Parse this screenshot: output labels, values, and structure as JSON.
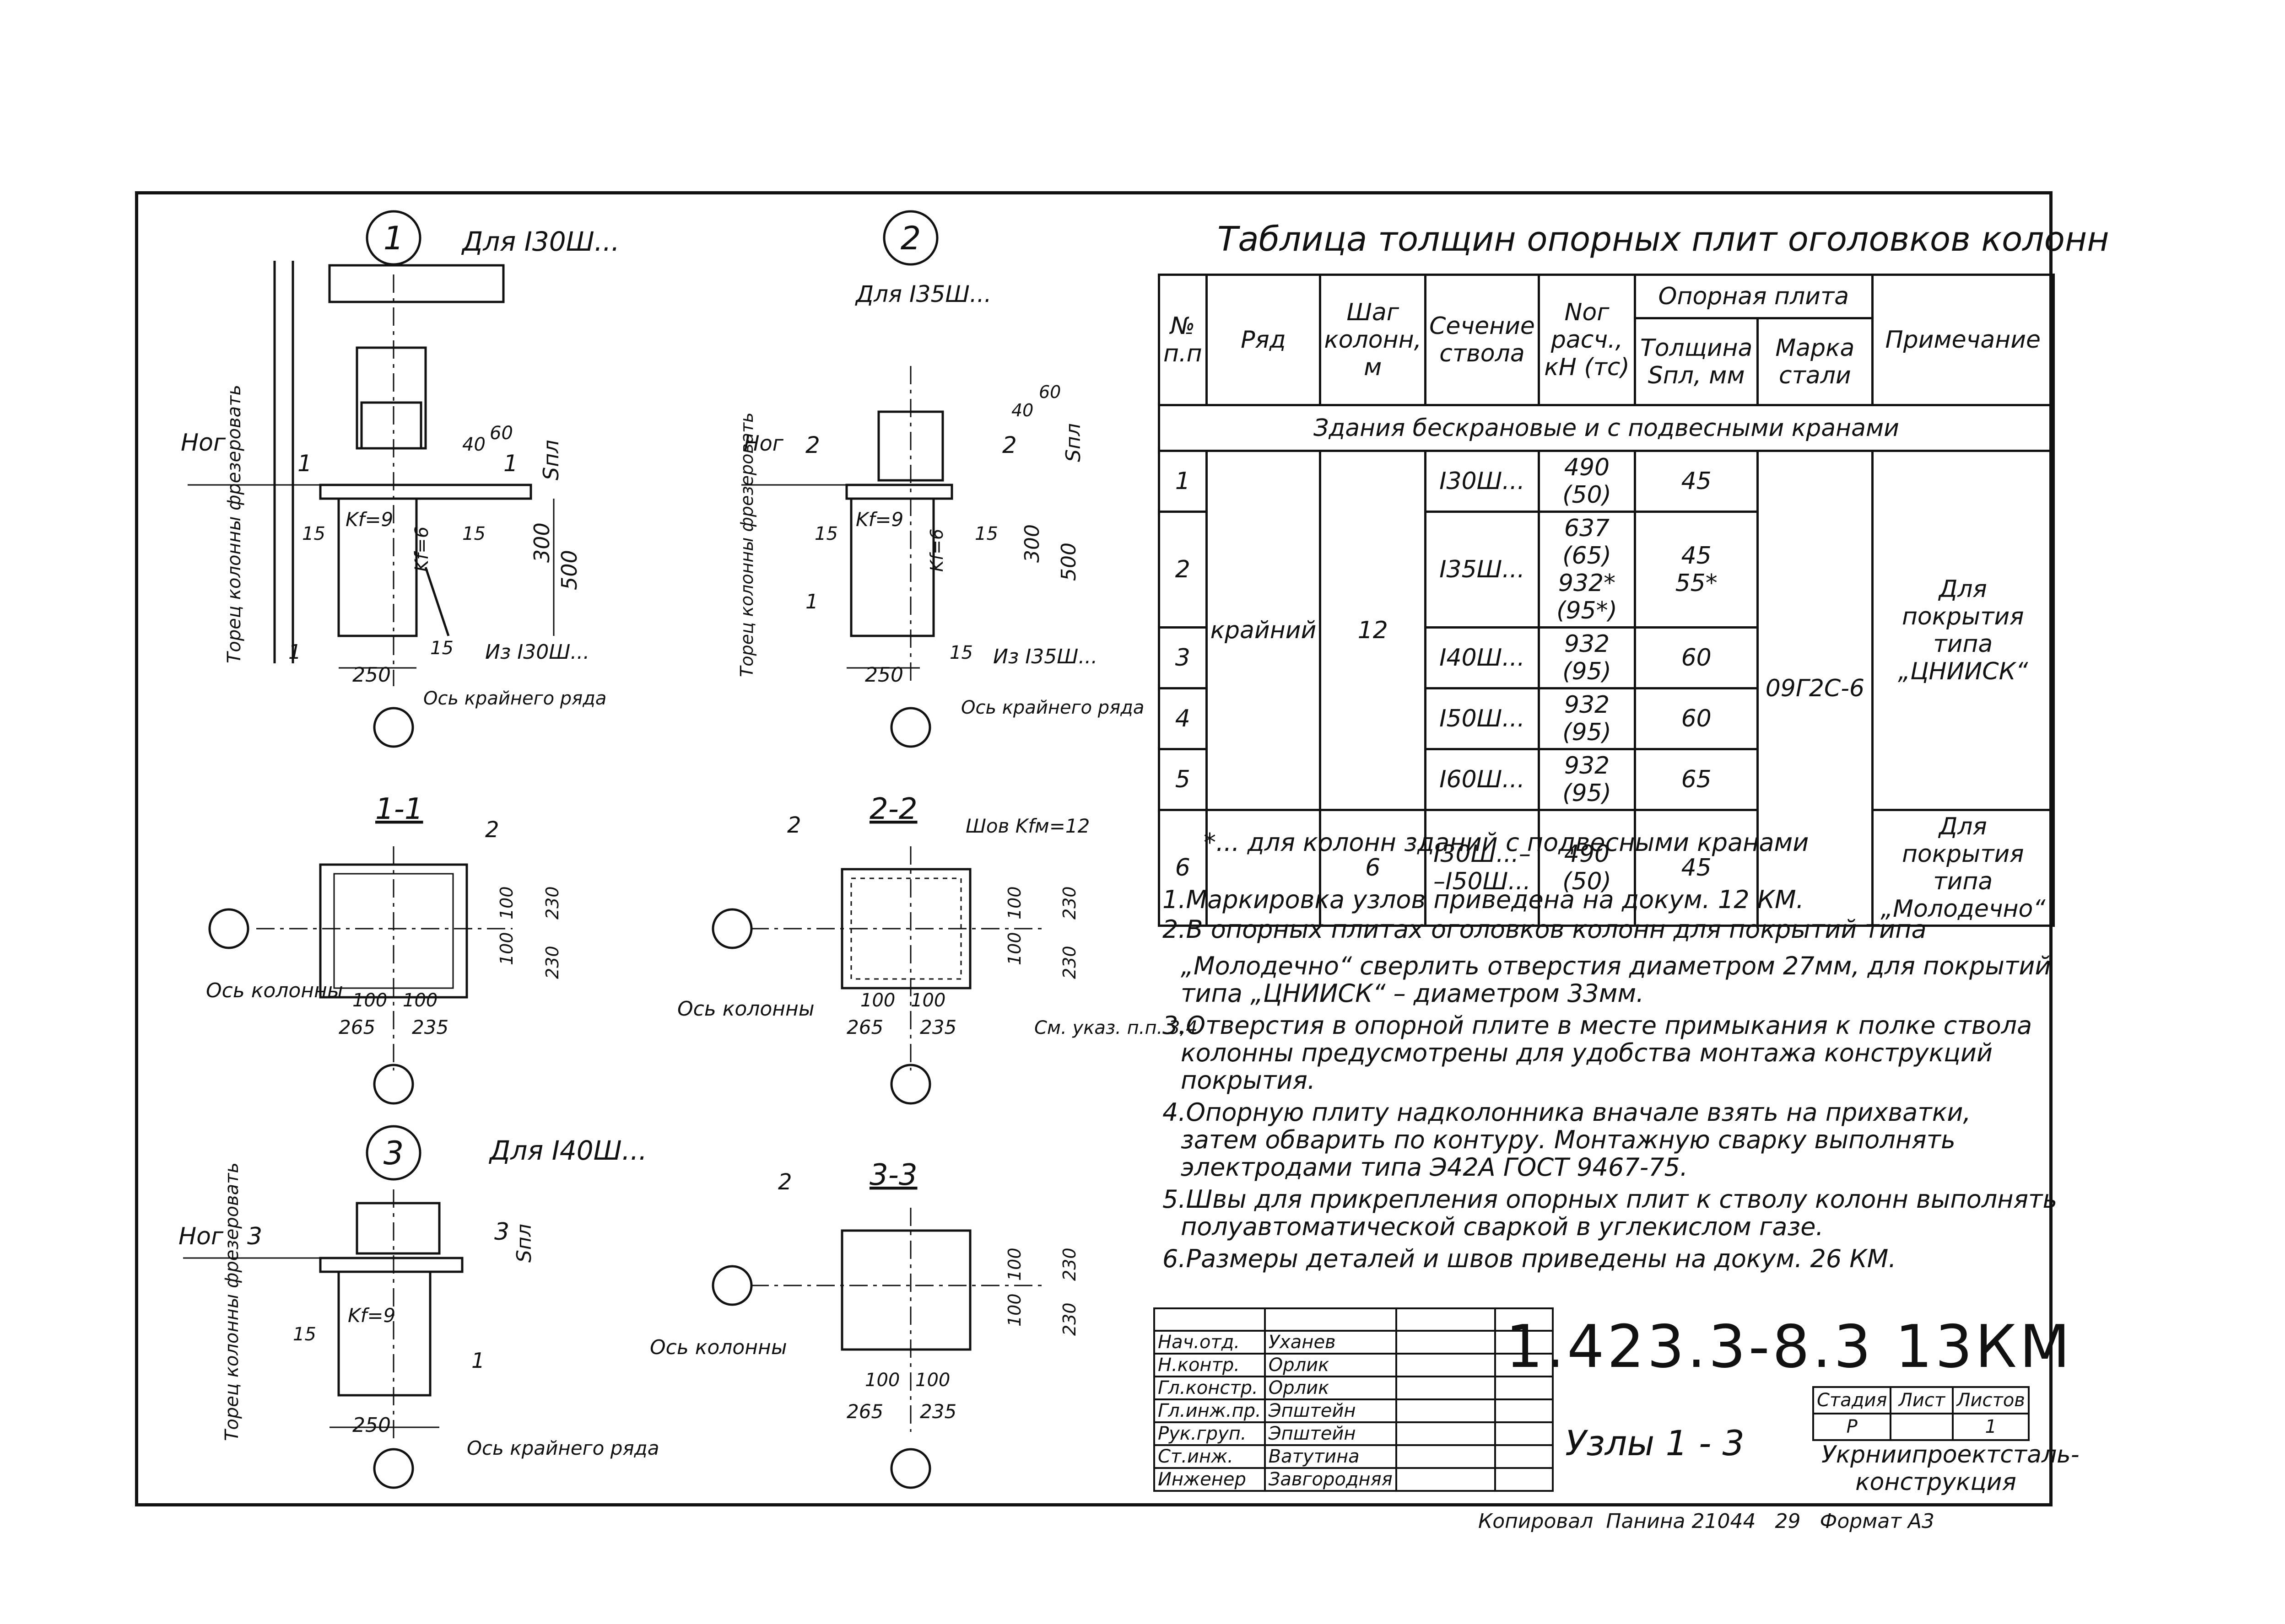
{
  "detail_headers": [
    {
      "num": "1",
      "label": "Для I30Ш..."
    },
    {
      "num": "2",
      "label": "Для I35Ш..."
    },
    {
      "num": "3",
      "label": "Для I40Ш..."
    }
  ],
  "details": {
    "d1": {
      "hog": "Hог",
      "arrow_num": "1",
      "spl": "Sпл",
      "dims": [
        "40",
        "60",
        "300",
        "500",
        "15",
        "15",
        "15",
        "250"
      ],
      "kf_left": "Kf=9",
      "kf_right": "Kf=6",
      "from": "Из I30Ш...",
      "axis": "Ось крайнего ряда",
      "side": "Торец колонны фрезеровать",
      "callout": "1"
    },
    "d2": {
      "hog": "Hог",
      "arrow_num": "2",
      "spl": "Sпл",
      "dims": [
        "40",
        "60",
        "300",
        "500",
        "15",
        "15",
        "15",
        "250"
      ],
      "kf_left": "Kf=9",
      "kf_right": "Kf=6",
      "from": "Из I35Ш...",
      "axis": "Ось крайнего ряда",
      "side": "Торец колонны фрезеровать",
      "callout": "1"
    },
    "d3": {
      "hog": "Hог",
      "arrow_num": "3",
      "spl": "Sпл",
      "dims": [
        "15",
        "250"
      ],
      "kf_left": "Kf=9",
      "axis": "Ось крайнего ряда",
      "side": "Торец колонны фрезеровать",
      "callout": "1"
    }
  },
  "sections": {
    "s11": {
      "title": "1-1",
      "callout": "2",
      "axis": "Ось колонны",
      "dims": [
        "100",
        "100",
        "265",
        "235",
        "100",
        "100",
        "230",
        "230"
      ]
    },
    "s22": {
      "title": "2-2",
      "callout": "2",
      "weld": "Шов Kfм=12",
      "axis": "Ось колонны",
      "ref": "См. указ. п.п. 3,4",
      "dims": [
        "100",
        "100",
        "265",
        "235",
        "100",
        "100",
        "230",
        "230"
      ]
    },
    "s33": {
      "title": "3-3",
      "callout": "2",
      "axis": "Ось колонны",
      "dims": [
        "100",
        "100",
        "265",
        "235",
        "100",
        "100",
        "230",
        "230"
      ]
    }
  },
  "table": {
    "title": "Таблица толщин опорных плит оголовков колонн",
    "headers": {
      "num": "№ п.п",
      "row": "Ряд",
      "step": "Шаг колонн, м",
      "section": "Сечение ствола",
      "force": "Nог расч., кН (тс)",
      "plate_group": "Опорная плита",
      "thickness": "Толщина Sпл, мм",
      "steel": "Марка стали",
      "note": "Примечание"
    },
    "group_row": "Здания бескрановые и с подвесными кранами",
    "rows": [
      {
        "n": "1",
        "section": "I30Ш...",
        "force": "490 (50)",
        "t": "45"
      },
      {
        "n": "2",
        "section": "I35Ш...",
        "force": "637 (65)",
        "t": "45",
        "force2": "932*(95*)",
        "t2": "55*"
      },
      {
        "n": "3",
        "section": "I40Ш...",
        "force": "932 (95)",
        "t": "60"
      },
      {
        "n": "4",
        "section": "I50Ш...",
        "force": "932 (95)",
        "t": "60"
      },
      {
        "n": "5",
        "section": "I60Ш...",
        "force": "932 (95)",
        "t": "65"
      },
      {
        "n": "6",
        "section": "I30Ш...– –I50Ш...",
        "force": "490 (50)",
        "t": "45"
      }
    ],
    "row_name": "крайний",
    "step_a": "12",
    "step_b": "6",
    "steel": "09Г2С-6",
    "note_a": "Для покрытия типа „ЦНИИСК“",
    "note_b": "Для покрытия типа „Молодечно“"
  },
  "footnote": "*... для колонн зданий с подвесными кранами",
  "notes": [
    "1.Маркировка узлов приведена на докум. 12 КМ.",
    "2.В опорных плитах оголовков колонн для покрытий типа",
    "„Молодечно“ сверлить отверстия диаметром 27мм, для покрытий",
    "типа „ЦНИИСК“ – диаметром 33мм.",
    "3.Отверстия в опорной плите в месте примыкания к полке ствола",
    "колонны предусмотрены для удобства монтажа конструкций",
    "покрытия.",
    "4.Опорную плиту надколонника вначале взять на прихватки,",
    "затем обварить по контуру. Монтажную сварку выполнять",
    "электродами типа Э42А ГОСТ 9467-75.",
    "5.Швы для прикрепления опорных плит к стволу колонн выполнять",
    "полуавтоматической сваркой в углекислом газе.",
    "6.Размеры деталей и швов приведены на докум. 26 КМ."
  ],
  "title_block": {
    "code": "1.423.3-8.3 13КМ",
    "sheet_name": "Узлы 1 - 3",
    "stage_hdr": "Стадия",
    "sheet_hdr": "Лист",
    "sheets_hdr": "Листов",
    "stage": "Р",
    "sheets": "1",
    "org": "Укрниипроектсталь-конструкция",
    "people": [
      {
        "role": "Нач.отд.",
        "name": "Уханев"
      },
      {
        "role": "Н.контр.",
        "name": "Орлик"
      },
      {
        "role": "Гл.констр.",
        "name": "Орлик"
      },
      {
        "role": "Гл.инж.пр.",
        "name": "Эпштейн"
      },
      {
        "role": "Рук.груп.",
        "name": "Эпштейн"
      },
      {
        "role": "Ст.инж.",
        "name": "Ватутина"
      },
      {
        "role": "Инженер",
        "name": "Завгородняя"
      }
    ]
  },
  "footer": {
    "copied": "Копировал",
    "copier": "Панина",
    "inv": "21044",
    "page": "29",
    "format": "Формат А3"
  }
}
